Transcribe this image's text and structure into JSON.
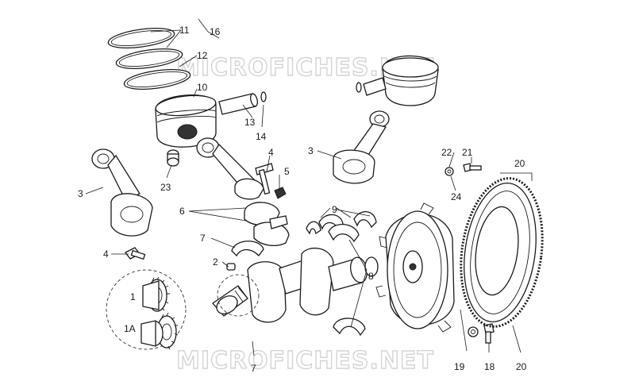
{
  "watermark": "MICROFICHES.NET",
  "callouts": [
    {
      "id": "c11",
      "text": "11"
    },
    {
      "id": "c16",
      "text": "16"
    },
    {
      "id": "c12",
      "text": "12"
    },
    {
      "id": "c10",
      "text": "10"
    },
    {
      "id": "c13",
      "text": "13"
    },
    {
      "id": "c14",
      "text": "14"
    },
    {
      "id": "c3a",
      "text": "3"
    },
    {
      "id": "c3b",
      "text": "3"
    },
    {
      "id": "c4a",
      "text": "4"
    },
    {
      "id": "c5",
      "text": "5"
    },
    {
      "id": "c23",
      "text": "23"
    },
    {
      "id": "c6",
      "text": "6"
    },
    {
      "id": "c9",
      "text": "9"
    },
    {
      "id": "c22",
      "text": "22"
    },
    {
      "id": "c21",
      "text": "21"
    },
    {
      "id": "c24",
      "text": "24"
    },
    {
      "id": "c20",
      "text": "20"
    },
    {
      "id": "c7a",
      "text": "7"
    },
    {
      "id": "c4b",
      "text": "4"
    },
    {
      "id": "c2",
      "text": "2"
    },
    {
      "id": "c1",
      "text": "1"
    },
    {
      "id": "c1A",
      "text": "1A"
    },
    {
      "id": "c8",
      "text": "8"
    },
    {
      "id": "c7b",
      "text": "7"
    },
    {
      "id": "c19",
      "text": "19"
    },
    {
      "id": "c18",
      "text": "18"
    }
  ],
  "colors": {
    "ink": "#1a1a1a",
    "watermark": "#d4d4d4",
    "background": "#ffffff"
  }
}
